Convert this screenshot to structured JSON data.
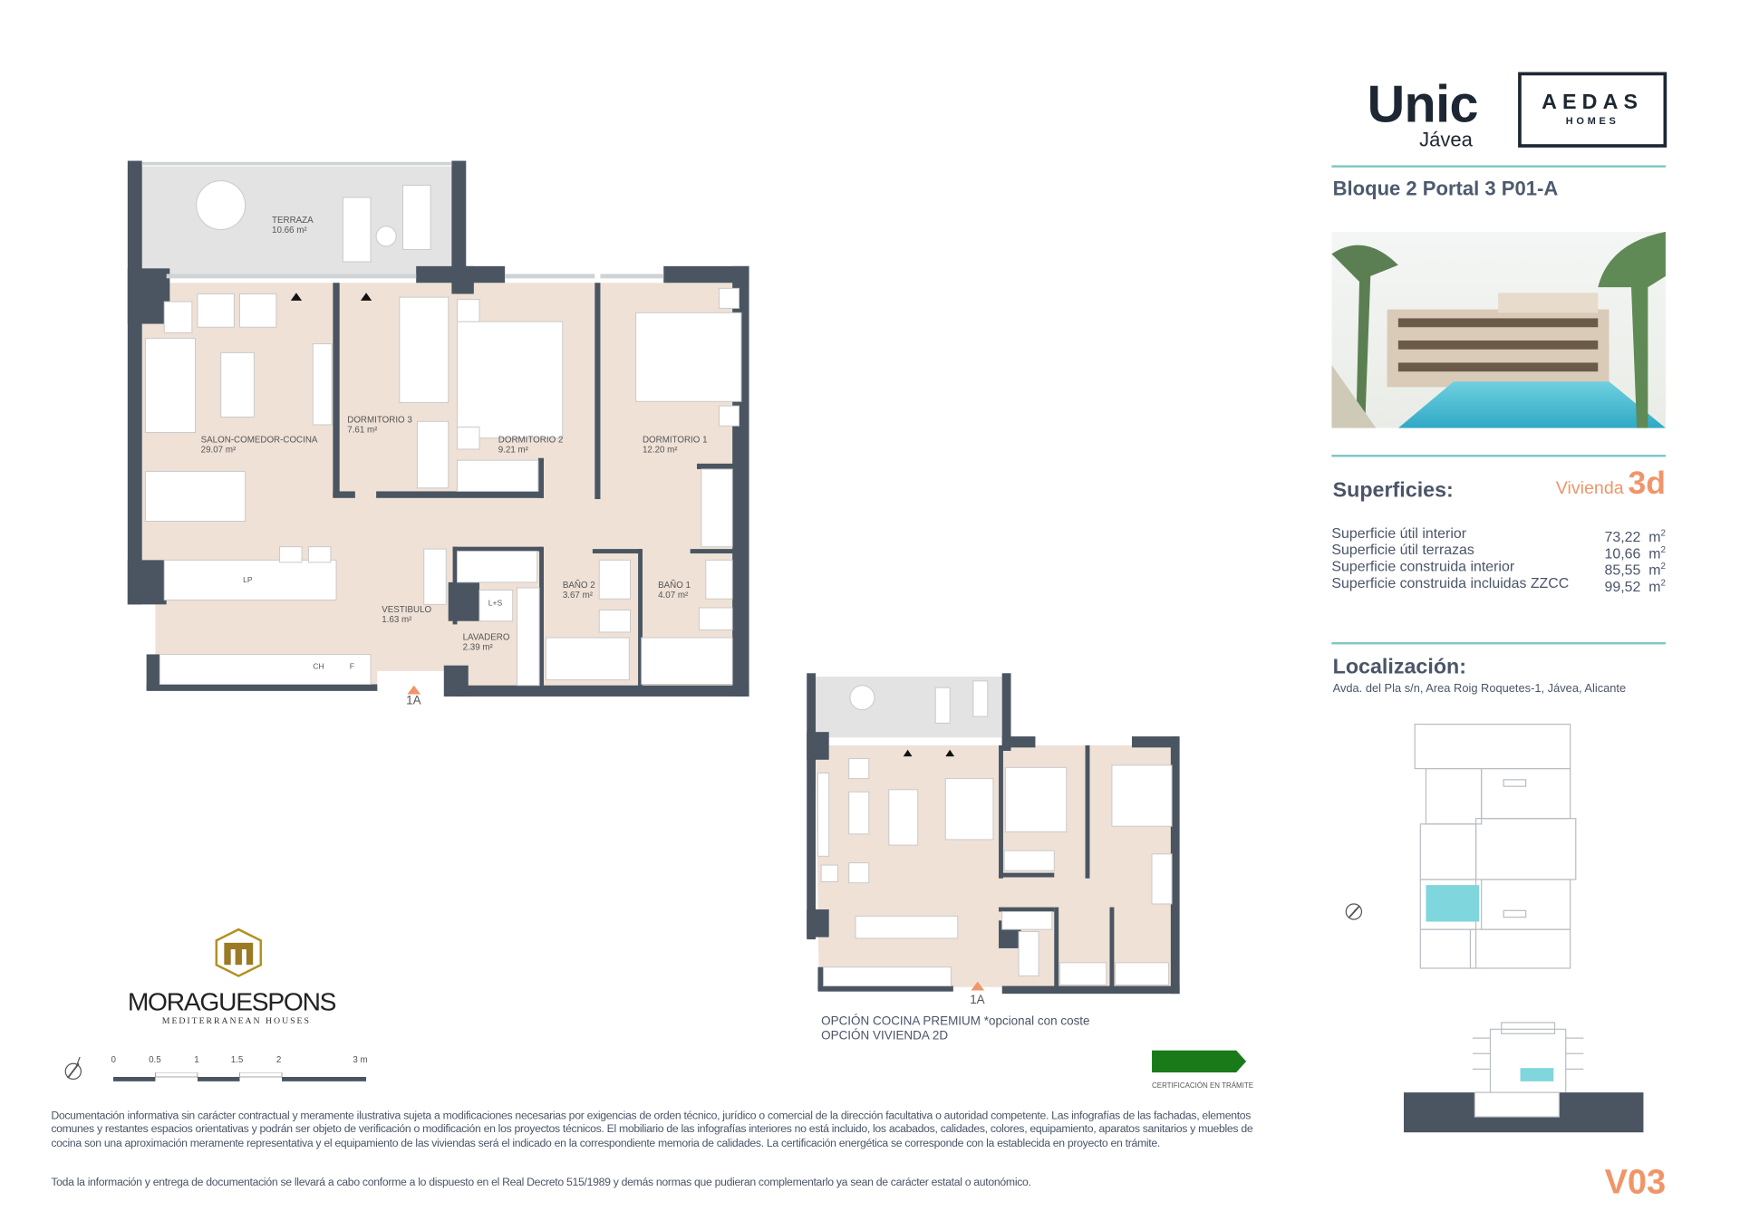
{
  "brand": {
    "title": "Unic",
    "city": "Jávea",
    "developer_logo": "AEDAS",
    "developer_logo_sub": "HOMES",
    "partner_logo": "MORAGUESPONS",
    "partner_tagline": "MEDITERRANEAN HOUSES"
  },
  "unit_title": "Bloque 2 Portal 3 P01-A",
  "superficies": {
    "heading": "Superficies:",
    "type_label": "Vivienda",
    "type_value": "3d",
    "rows": [
      {
        "label": "Superficie útil interior",
        "value": "73,22",
        "unit": "m",
        "exp": "2"
      },
      {
        "label": "Superficie útil terrazas",
        "value": "10,66",
        "unit": "m",
        "exp": "2"
      },
      {
        "label": "Superficie construida interior",
        "value": "85,55",
        "unit": "m",
        "exp": "2"
      },
      {
        "label": "Superficie construida incluidas ZZCC",
        "value": "99,52",
        "unit": "m",
        "exp": "2"
      }
    ]
  },
  "localizacion": {
    "heading": "Localización:",
    "address": "Avda. del Pla s/n, Area Roig Roquetes-1, Jávea, Alicante"
  },
  "plan": {
    "rooms": [
      {
        "name": "TERRAZA",
        "area": "10.66 m²"
      },
      {
        "name": "SALON-COMEDOR-COCINA",
        "area": "29.07 m²"
      },
      {
        "name": "DORMITORIO 3",
        "area": "7.61 m²"
      },
      {
        "name": "DORMITORIO 2",
        "area": "9.21 m²"
      },
      {
        "name": "DORMITORIO 1",
        "area": "12.20 m²"
      },
      {
        "name": "BAÑO 2",
        "area": "3.67 m²"
      },
      {
        "name": "BAÑO 1",
        "area": "4.07 m²"
      },
      {
        "name": "VESTIBULO",
        "area": "1.63 m²"
      },
      {
        "name": "LAVADERO",
        "area": "2.39 m²"
      }
    ],
    "fixtures": {
      "lp": "LP",
      "ls": "L+S",
      "ch": "CH",
      "f": "F"
    },
    "entrance": "1A"
  },
  "option_plan": {
    "entrance": "1A",
    "notes": [
      "OPCIÓN COCINA PREMIUM *opcional con coste",
      "OPCIÓN VIVIENDA 2D"
    ]
  },
  "scale_bar": {
    "ticks": [
      "0",
      "0.5",
      "1",
      "1.5",
      "2",
      "3 m"
    ],
    "north": "N"
  },
  "energy": {
    "label": "CERTIFICACIÓN EN TRÁMITE",
    "color": "#1a7a1a"
  },
  "disclaimer": [
    "Documentación informativa sin carácter contractual y meramente ilustrativa sujeta a modificaciones necesarias por exigencias de orden técnico, jurídico o comercial de la dirección facultativa o autoridad competente. Las infografías de las fachadas, elementos comunes y restantes espacios orientativas y podrán ser objeto de verificación o modificación en los proyectos técnicos. El mobiliario de las infografías interiores no está incluido, los acabados, calidades, colores, equipamiento, aparatos sanitarios y muebles de cocina son una aproximación meramente representativa y el equipamiento de las viviendas será el indicado en la correspondiente memoria de calidades. La certificación energética se corresponde con la establecida en proyecto en trámite.",
    "Toda la información y entrega de documentación se llevará a cabo conforme a lo dispuesto en el Real Decreto 515/1989 y demás normas que pudieran complementarlo ya sean de carácter estatal o autonómico."
  ],
  "page_code": "V03",
  "colors": {
    "accent": "#f0956a",
    "teal_rule": "#7fc6c4",
    "wall": "#4a5561",
    "floor": "#efe1d6",
    "terrace": "#e3e3e3",
    "highlight": "#7fd6dc"
  }
}
